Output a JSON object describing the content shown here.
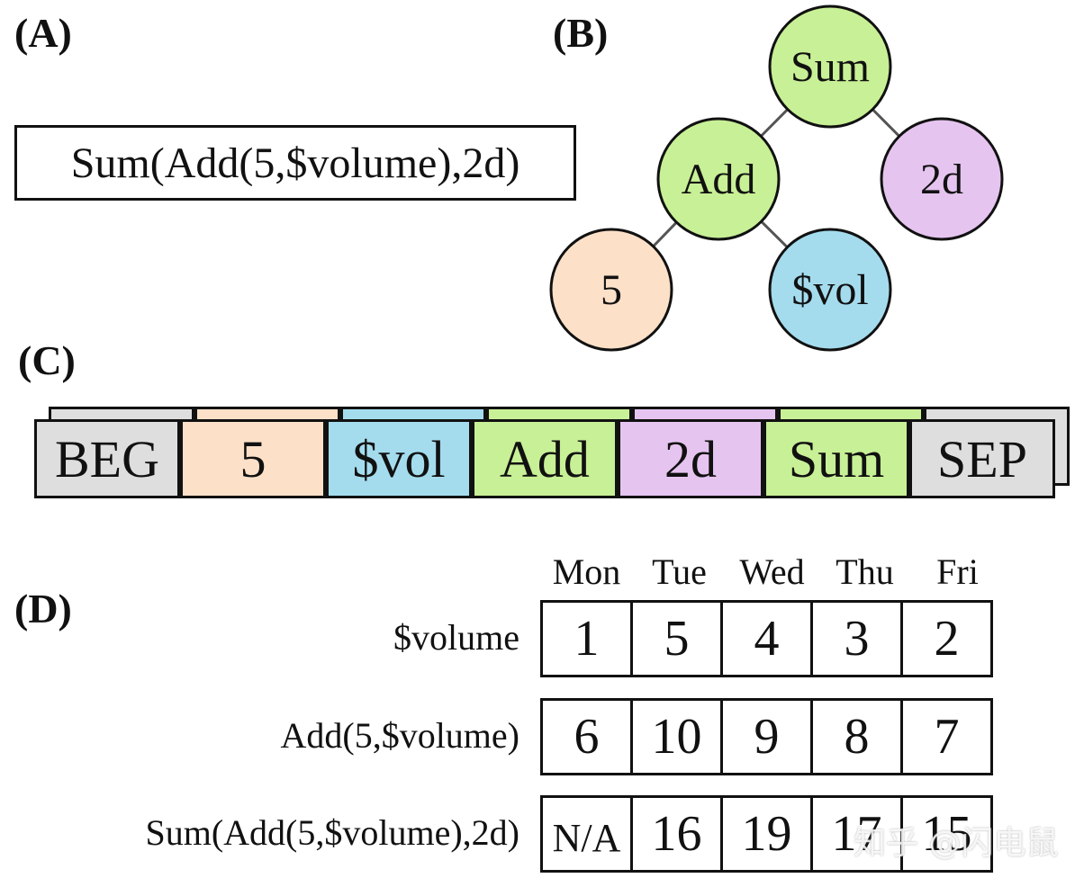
{
  "panels": {
    "a": "(A)",
    "b": "(B)",
    "c": "(C)",
    "d": "(D)"
  },
  "expression": "Sum(Add(5,$volume),2d)",
  "tree": {
    "nodes": [
      {
        "id": "sum",
        "label": "Sum",
        "color": "#c8f096"
      },
      {
        "id": "add",
        "label": "Add",
        "color": "#c8f096"
      },
      {
        "id": "2d",
        "label": "2d",
        "color": "#e6c4f0"
      },
      {
        "id": "5",
        "label": "5",
        "color": "#fde0c8"
      },
      {
        "id": "vol",
        "label": "$vol",
        "color": "#a4dcee"
      }
    ],
    "edges": [
      [
        "sum",
        "add"
      ],
      [
        "sum",
        "2d"
      ],
      [
        "add",
        "5"
      ],
      [
        "add",
        "vol"
      ]
    ]
  },
  "sequence": [
    {
      "label": "BEG",
      "color": "#dedede"
    },
    {
      "label": "5",
      "color": "#fde0c8"
    },
    {
      "label": "$vol",
      "color": "#a4dcee"
    },
    {
      "label": "Add",
      "color": "#c8f096"
    },
    {
      "label": "2d",
      "color": "#e6c4f0"
    },
    {
      "label": "Sum",
      "color": "#c8f096"
    },
    {
      "label": "SEP",
      "color": "#dedede"
    }
  ],
  "table": {
    "days": [
      "Mon",
      "Tue",
      "Wed",
      "Thu",
      "Fri"
    ],
    "rows": [
      {
        "label": "$volume",
        "values": [
          "1",
          "5",
          "4",
          "3",
          "2"
        ]
      },
      {
        "label": "Add(5,$volume)",
        "values": [
          "6",
          "10",
          "9",
          "8",
          "7"
        ]
      },
      {
        "label": "Sum(Add(5,$volume),2d)",
        "values": [
          "N/A",
          "16",
          "19",
          "17",
          "15"
        ]
      }
    ]
  },
  "watermark": "知乎 @闪电鼠"
}
